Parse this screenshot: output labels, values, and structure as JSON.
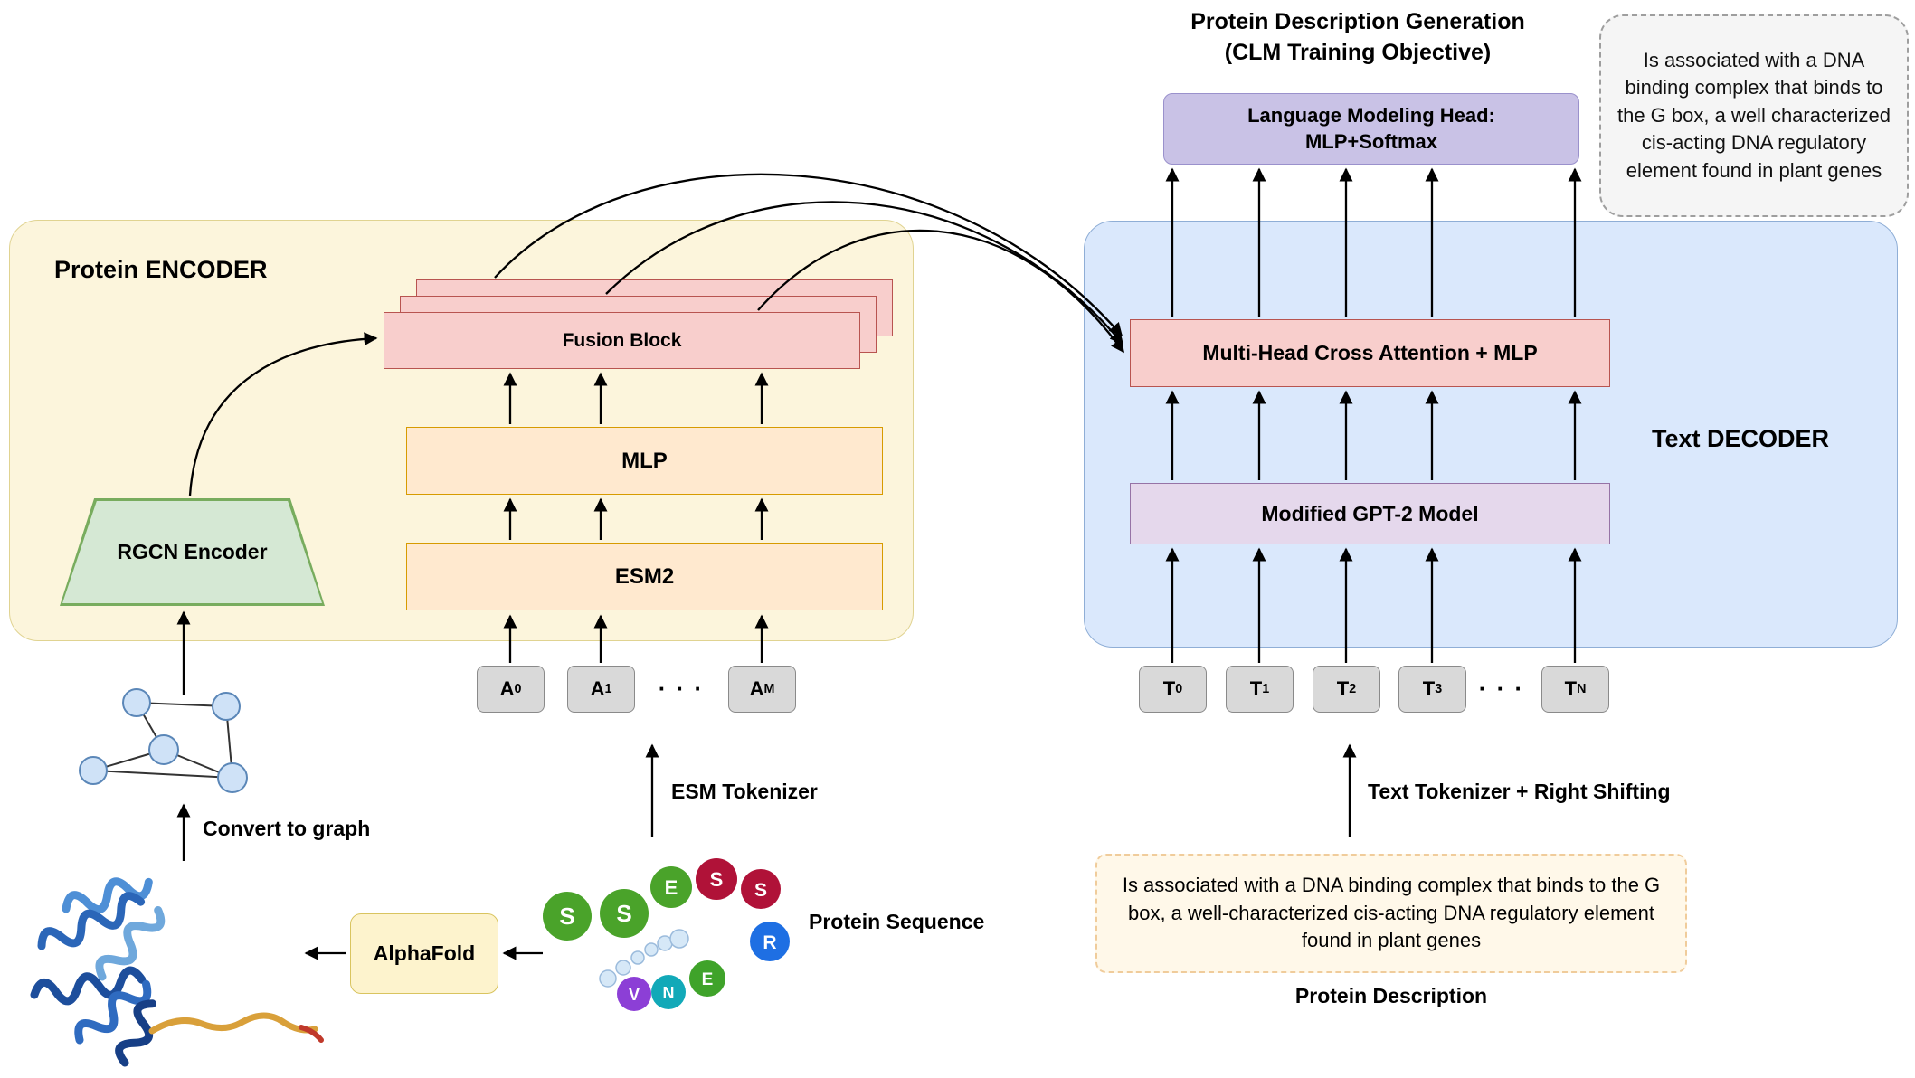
{
  "header": {
    "title_line1": "Protein Description Generation",
    "title_line2": "(CLM Training Objective)"
  },
  "lm_head": {
    "line1": "Language Modeling Head:",
    "line2": "MLP+Softmax"
  },
  "output_bubble": {
    "text": "Is associated with a DNA binding complex that binds to the G box, a well characterized cis-acting DNA regulatory  element found in plant genes"
  },
  "encoder": {
    "label": "Protein ENCODER",
    "fusion_block_label": "Fusion Block",
    "mlp_label": "MLP",
    "esm2_label": "ESM2",
    "rgcn_label": "RGCN Encoder",
    "tokens": [
      {
        "base": "A",
        "sub": "0"
      },
      {
        "base": "A",
        "sub": "1"
      },
      {
        "base": "A",
        "sub": "M"
      }
    ],
    "dots": "· · ·",
    "esm_tokenizer_label": "ESM Tokenizer"
  },
  "decoder": {
    "label": "Text DECODER",
    "cross_attention_label": "Multi-Head Cross Attention + MLP",
    "gpt2_label": "Modified GPT-2 Model",
    "tokens": [
      {
        "base": "T",
        "sub": "0"
      },
      {
        "base": "T",
        "sub": "1"
      },
      {
        "base": "T",
        "sub": "2"
      },
      {
        "base": "T",
        "sub": "3"
      },
      {
        "base": "T",
        "sub": "N"
      }
    ],
    "dots": "· · ·",
    "text_tokenizer_label": "Text Tokenizer + Right Shifting"
  },
  "bottom": {
    "alphafold_label": "AlphaFold",
    "convert_to_graph_label": "Convert to graph",
    "protein_sequence_label": "Protein Sequence",
    "protein_description_label": "Protein Description",
    "description_text": "Is associated with a DNA binding complex that binds to the G box, a well-characterized cis-acting DNA regulatory element found in plant genes"
  },
  "sequence_residues": [
    {
      "letter": "S",
      "color": "#4AA32A"
    },
    {
      "letter": "S",
      "color": "#4AA32A"
    },
    {
      "letter": "E",
      "color": "#4AA32A"
    },
    {
      "letter": "S",
      "color": "#B01238"
    },
    {
      "letter": "S",
      "color": "#B01238"
    },
    {
      "letter": "R",
      "color": "#1E6FE3"
    },
    {
      "letter": "E",
      "color": "#3FA32A"
    },
    {
      "letter": "N",
      "color": "#12A9B8"
    },
    {
      "letter": "V",
      "color": "#8C3FD6"
    }
  ],
  "palette": {
    "encoder_bg": "#FCF5DC",
    "decoder_bg": "#DAE8FC",
    "fusion_pink": "#F8CECC",
    "fusion_border": "#B85450",
    "orange_block": "#FFE9CF",
    "orange_border": "#D79B00",
    "rgcn_green": "#D5E8D4",
    "green_border": "#82B366",
    "gpt2_purple": "#E5D8EC",
    "purple_border": "#9673A6",
    "lm_head_purple": "#C9C2E6",
    "token_gray": "#D9D9D9"
  }
}
